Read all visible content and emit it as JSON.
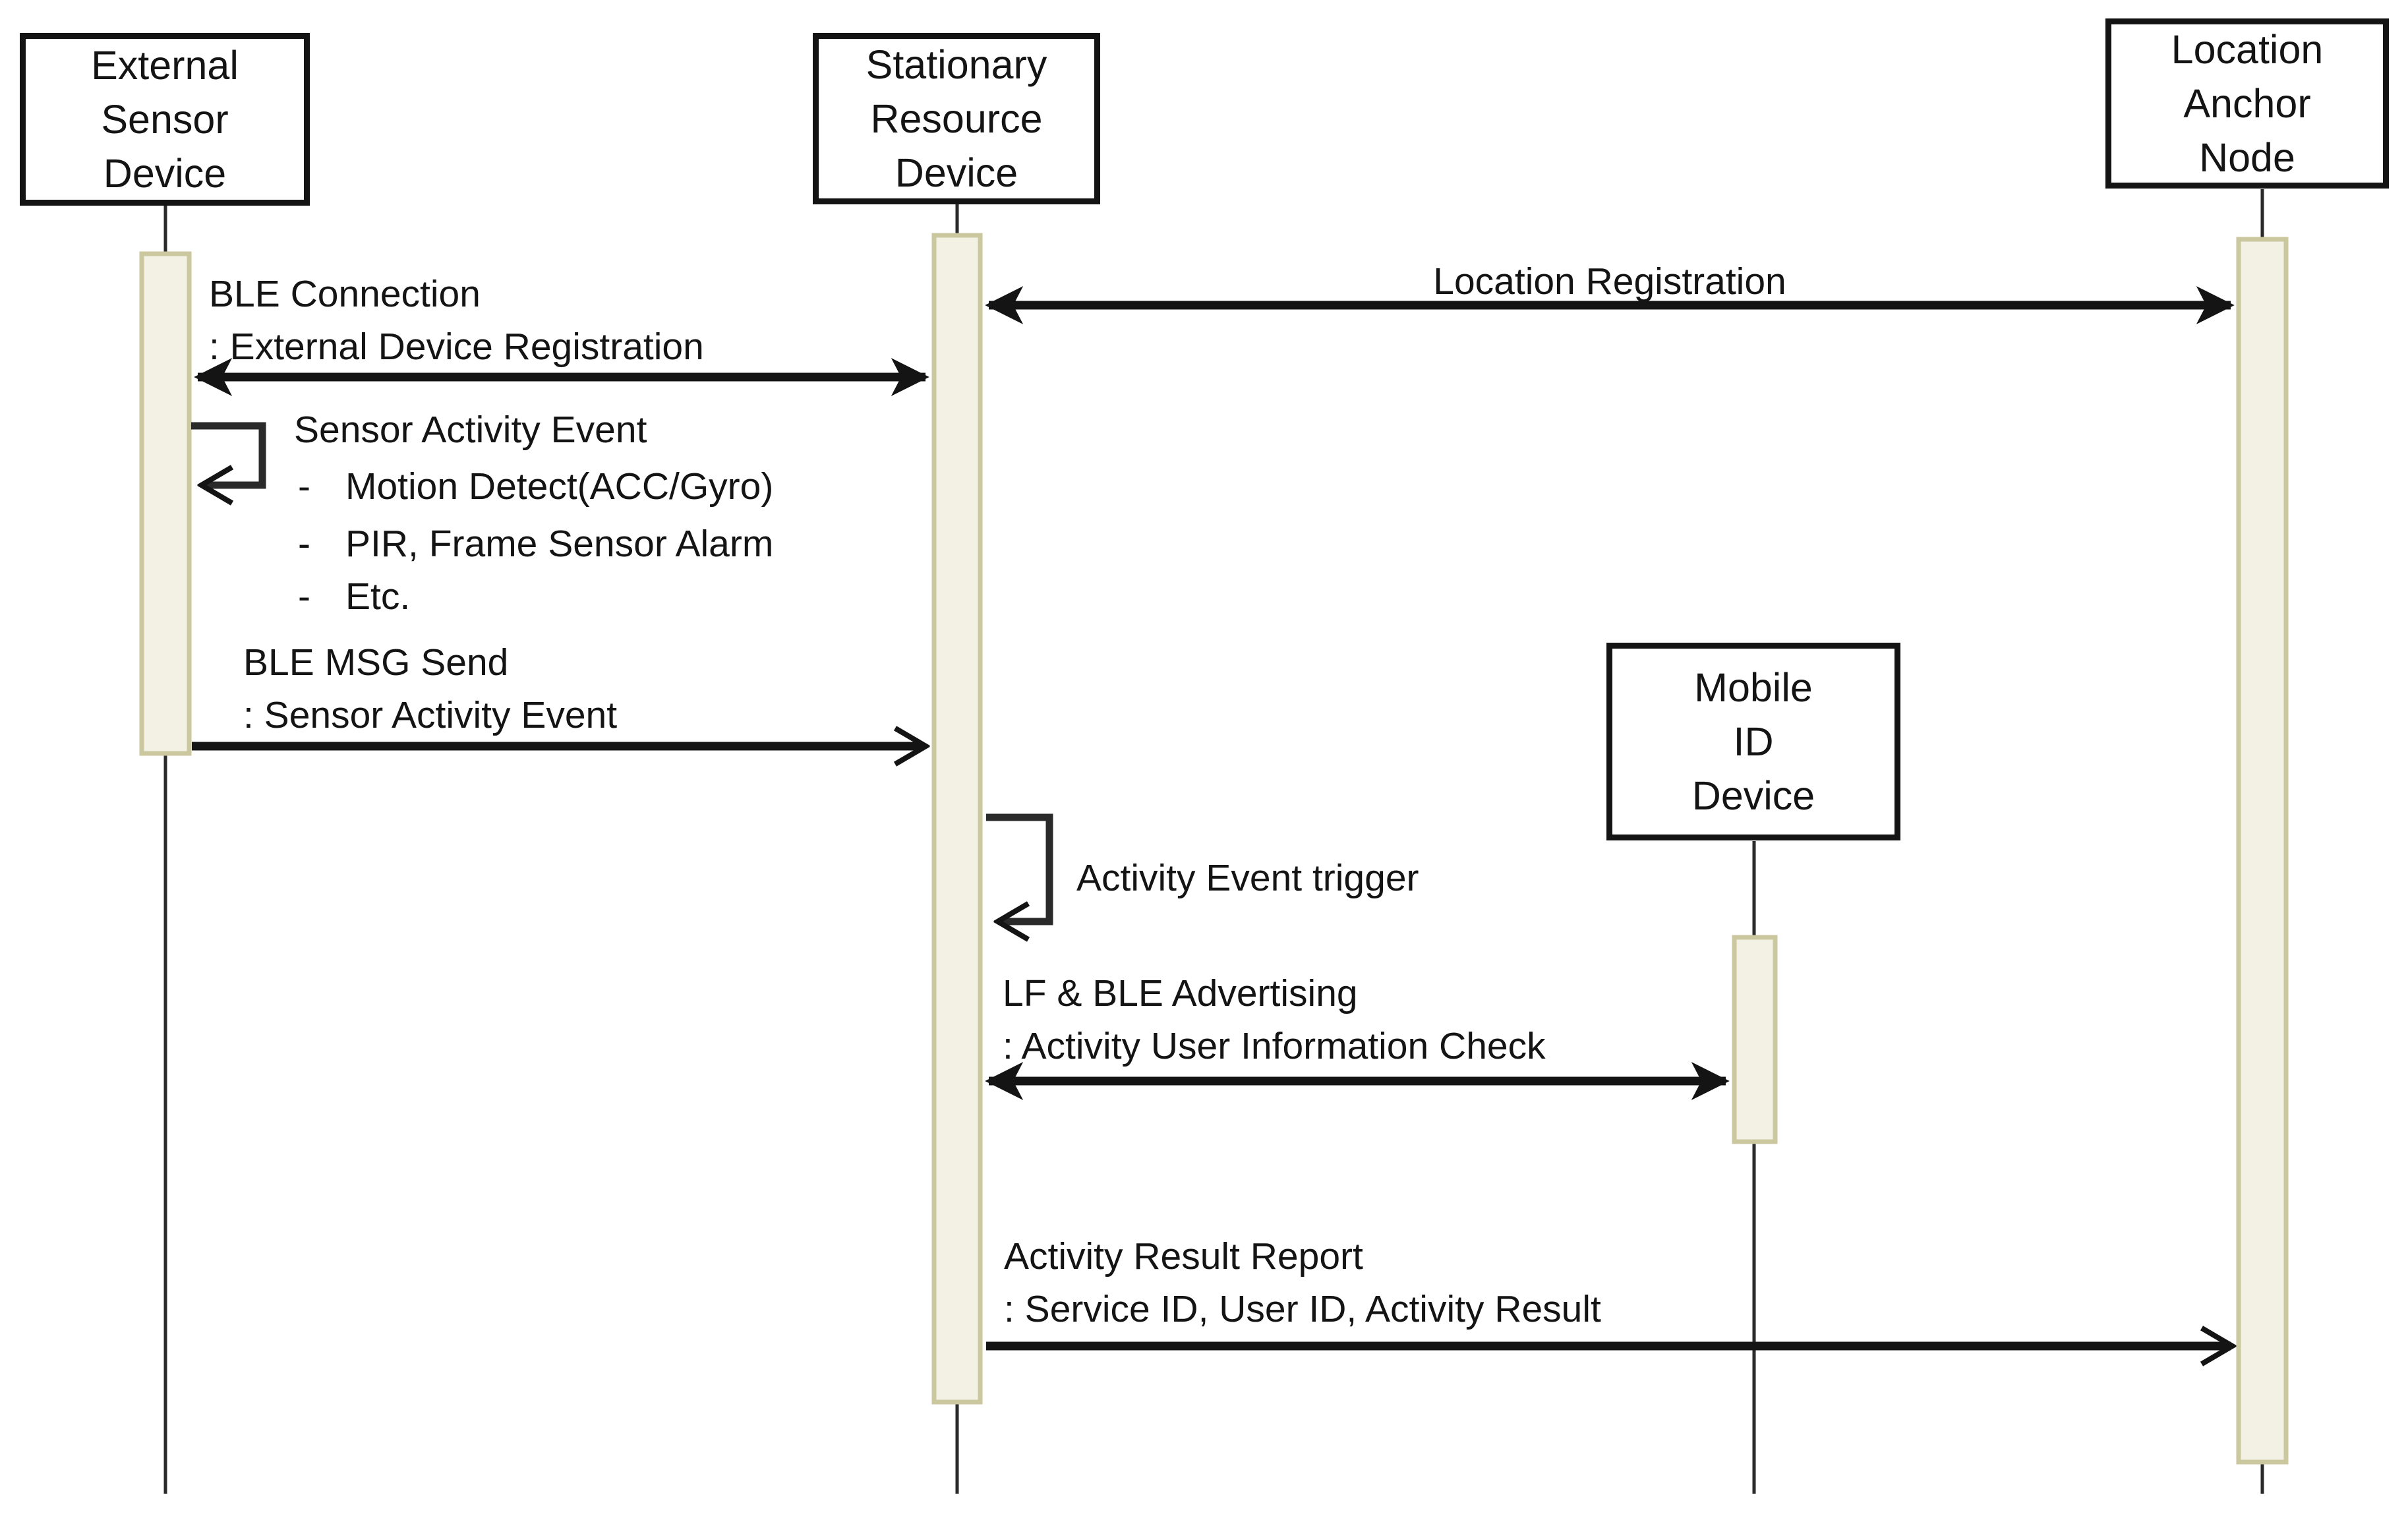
{
  "diagram": {
    "kind": "sequence-diagram",
    "actors": [
      {
        "id": "external-sensor-device",
        "lines": [
          "External",
          "Sensor",
          "Device"
        ]
      },
      {
        "id": "stationary-resource-device",
        "lines": [
          "Stationary",
          "Resource",
          "Device"
        ]
      },
      {
        "id": "mobile-id-device",
        "lines": [
          "Mobile",
          "ID",
          "Device"
        ]
      },
      {
        "id": "location-anchor-node",
        "lines": [
          "Location",
          "Anchor",
          "Node"
        ]
      }
    ],
    "messages": [
      {
        "id": "location-registration",
        "label": "Location Registration"
      },
      {
        "id": "ble-connection",
        "line1": "BLE Connection",
        "line2": ": External Device Registration"
      },
      {
        "id": "sensor-activity-event",
        "title": "Sensor Activity Event",
        "bullet_marker": "-",
        "bullets": [
          "Motion Detect(ACC/Gyro)",
          "PIR, Frame Sensor Alarm",
          "Etc."
        ]
      },
      {
        "id": "ble-msg-send",
        "line1": "BLE MSG Send",
        "line2": ": Sensor Activity Event"
      },
      {
        "id": "activity-event-trigger",
        "label": "Activity Event trigger"
      },
      {
        "id": "lf-ble-advertising",
        "line1": "LF & BLE Advertising",
        "line2": ": Activity User Information Check"
      },
      {
        "id": "activity-result-report",
        "line1": "Activity Result Report",
        "line2": ": Service ID, User ID, Activity Result"
      }
    ],
    "colors": {
      "activation_fill": "#f2f1e3",
      "activation_border": "#cbc79f",
      "line": "#141414",
      "lifeline": "#2a2a2a",
      "background": "#ffffff"
    }
  }
}
